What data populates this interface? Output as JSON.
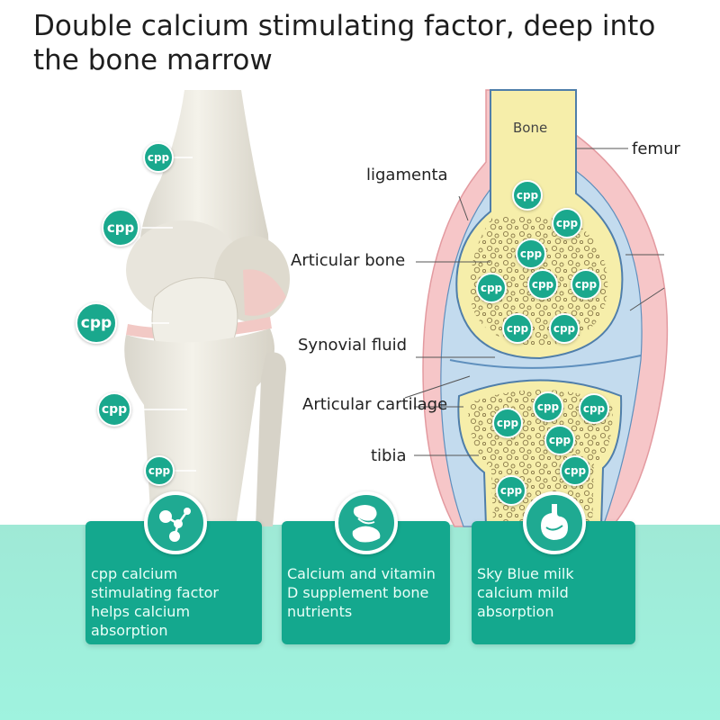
{
  "title": "Double calcium stimulating factor, deep into the bone marrow",
  "colors": {
    "accent": "#14a88e",
    "band": "#9ff0dc",
    "cpp_badge": "#1aa88d"
  },
  "badge_label": "cpp",
  "bone_word": "Bone",
  "labels": {
    "femur": "femur",
    "ligamenta": "ligamenta",
    "articular_bone": "Articular bone",
    "synovial_fluid": "Synovial fluid",
    "articular_cartilage": "Articular cartilage",
    "tibia": "tibia"
  },
  "cards": [
    {
      "text": "cpp calcium stimulating factor helps calcium absorption",
      "icon": "molecule-icon"
    },
    {
      "text": "Calcium and vitamin D supplement bone nutrients",
      "icon": "joint-icon"
    },
    {
      "text": "Sky Blue milk calcium mild absorption",
      "icon": "stomach-icon"
    }
  ]
}
